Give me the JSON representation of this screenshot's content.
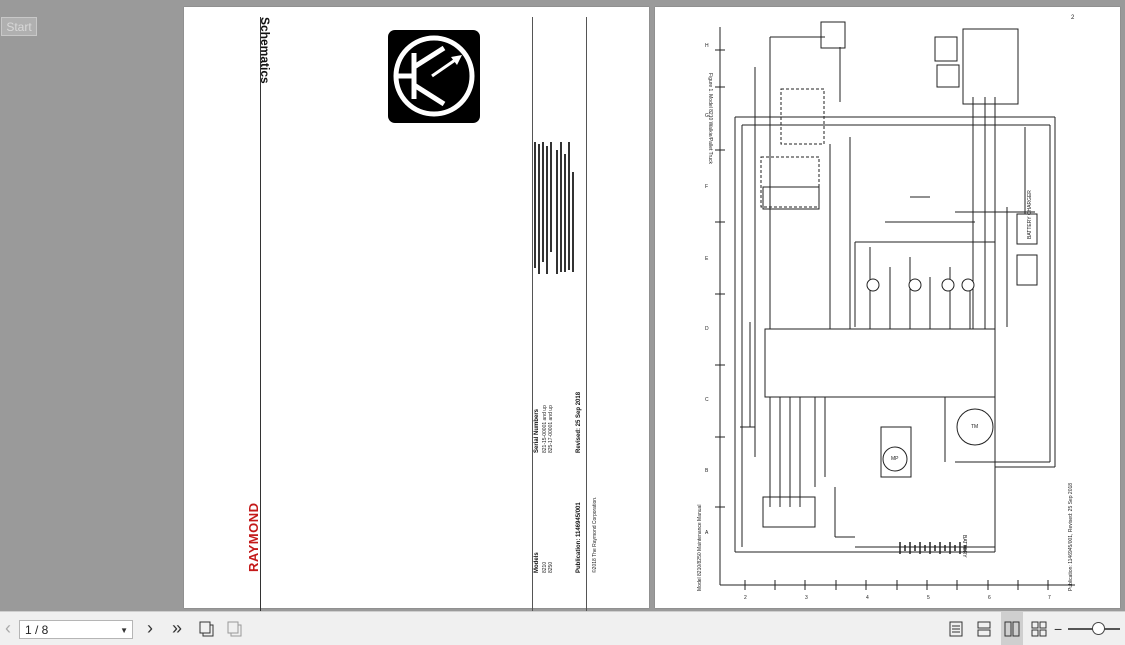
{
  "start_button": "Start",
  "page1": {
    "heading": "Schematics",
    "brand": "RAYMOND",
    "models_label": "Models",
    "models": [
      "8210",
      "8250"
    ],
    "serial_label": "Serial Numbers",
    "serials": [
      "821-15-00001 and up",
      "825-17-00001 and up"
    ],
    "publication": "Publication: 1146945/001",
    "revised": "Revised: 25 Sep 2018",
    "copyright": "©2018 The Raymond Corporation."
  },
  "page2": {
    "page_number": "2",
    "figure_caption": "Figure 1. Model 8210 Walkie/Pallet Truck",
    "footer_left": "Model 8210/8250 Maintenance Manual",
    "footer_right": "Publication: 1146945/001, Revised: 25 Sep 2018",
    "grid_letters": [
      "A",
      "B",
      "C",
      "D",
      "E",
      "F",
      "G",
      "H"
    ],
    "grid_numbers": [
      "2",
      "3",
      "4",
      "5",
      "6",
      "7"
    ],
    "labels": {
      "tm": "TM",
      "mp": "MP",
      "battery": "BATTERY",
      "battery_charger": "BATTERY CHARGER"
    }
  },
  "toolbar": {
    "page_indicator": "1 / 8"
  }
}
